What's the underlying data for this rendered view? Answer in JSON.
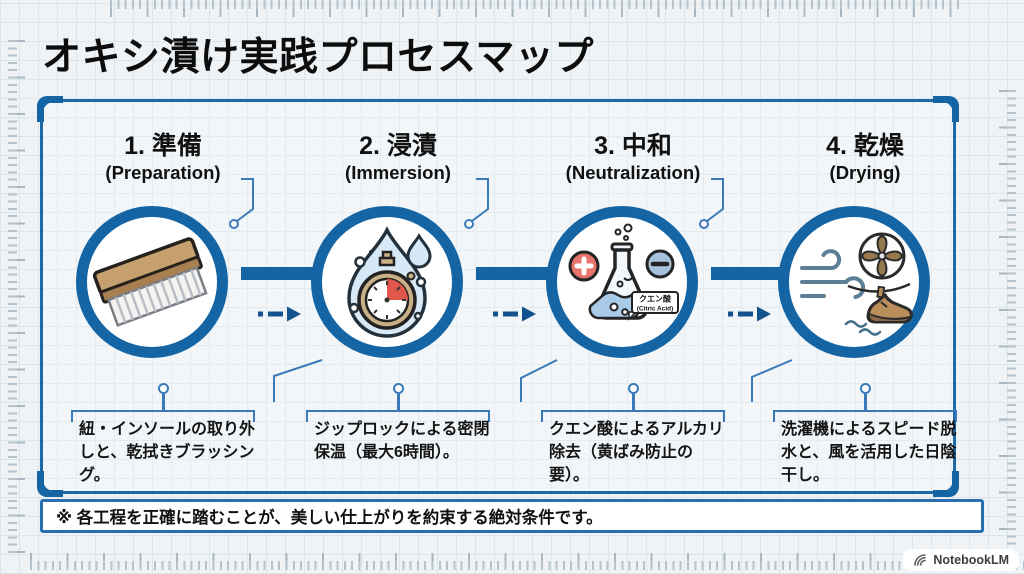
{
  "title": "オキシ漬け実践プロセスマップ",
  "steps": [
    {
      "label": "1. 準備",
      "sublabel": "(Preparation)",
      "description": "紐・インソールの取り外しと、乾拭きブラッシング。",
      "icon": "scrub-brush-icon"
    },
    {
      "label": "2. 浸漬",
      "sublabel": "(Immersion)",
      "description": "ジップロックによる密閉保温（最大6時間）。",
      "icon": "water-drop-stopwatch-icon"
    },
    {
      "label": "3. 中和",
      "sublabel": "(Neutralization)",
      "description": "クエン酸によるアルカリ除去（黄ばみ防止の要）。",
      "icon": "flask-plus-minus-icon",
      "flask_label_ja": "クエン酸",
      "flask_label_en": "(Citric Acid)"
    },
    {
      "label": "4. 乾燥",
      "sublabel": "(Drying)",
      "description": "洗濯機によるスピード脱水と、風を活用した日陰干し。",
      "icon": "wind-fan-shoe-icon"
    }
  ],
  "footer_note": "※ 各工程を正確に踏むことが、美しい仕上がりを約束する絶対条件です。",
  "branding": {
    "name": "NotebookLM"
  },
  "colors": {
    "primary_blue": "#1565a5",
    "connector_blue": "#3a7ab8",
    "plus_red": "#e8746b",
    "minus_blue": "#a6c2dc",
    "timer_red": "#e2574c",
    "tan": "#c9b086",
    "grid_line": "#dbe5ec"
  }
}
